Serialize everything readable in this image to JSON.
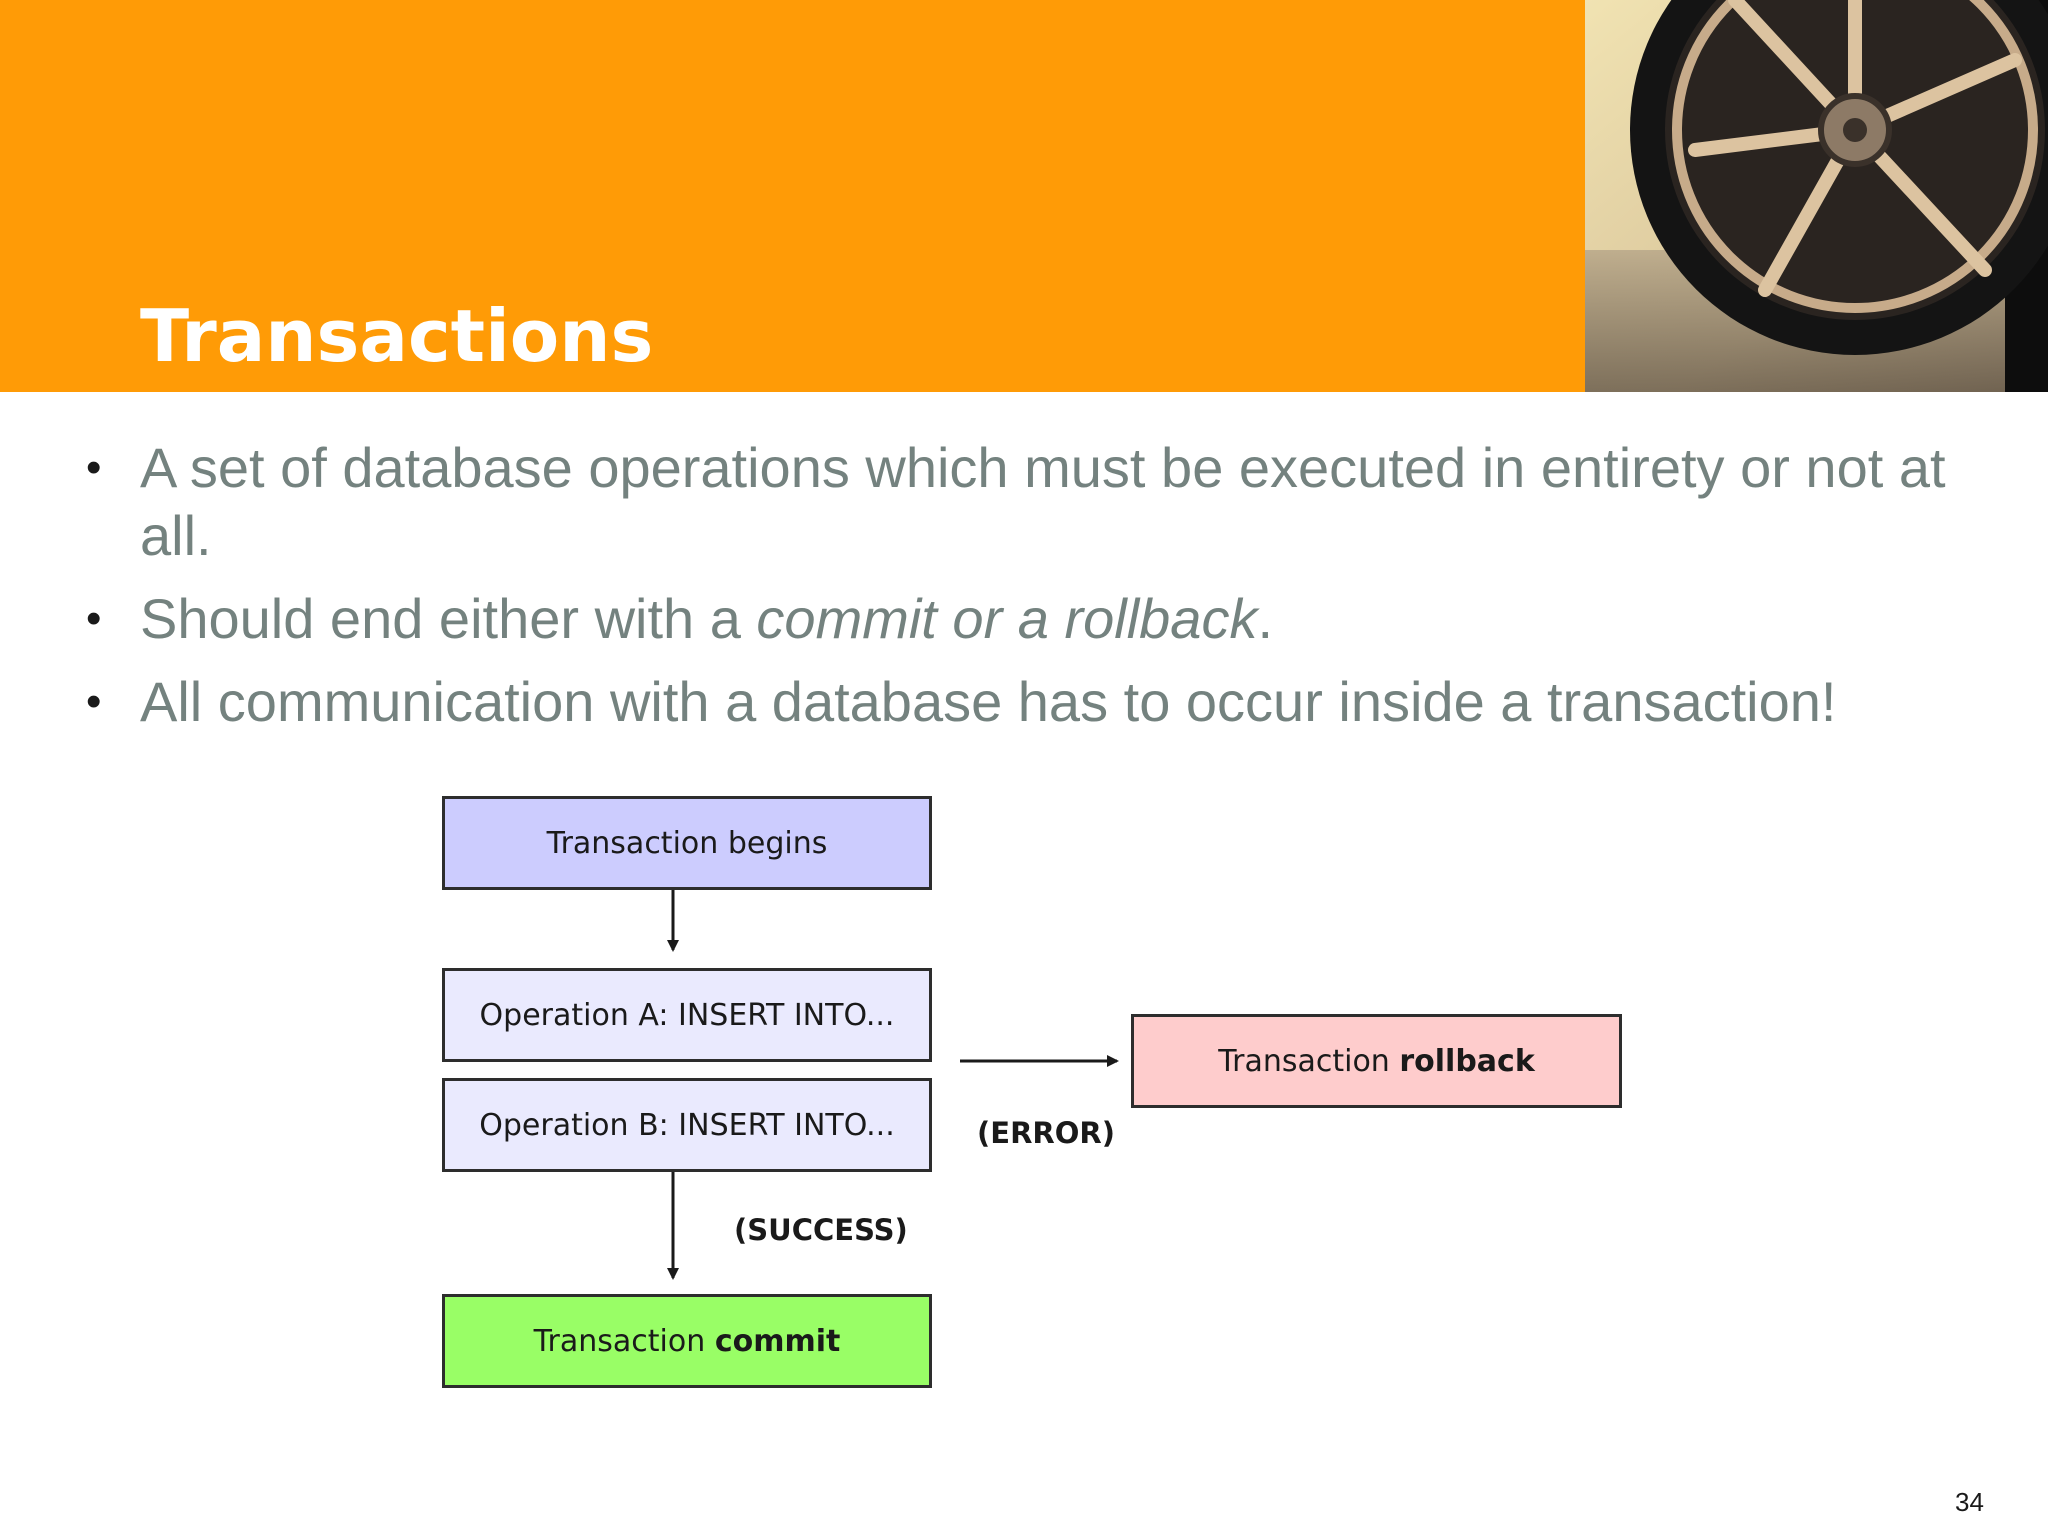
{
  "slide": {
    "title": "Transactions",
    "page_number": "34",
    "bullets": [
      {
        "text": "A set of database operations which must be executed in entirety or not at all."
      },
      {
        "text_before": "Should end either with a ",
        "text_emphasis": "commit or a rollback",
        "text_after": "."
      },
      {
        "text": "All communication with a database has to occur inside a transaction!"
      }
    ],
    "header_image": "car-wheel-photo"
  },
  "diagram": {
    "begin": "Transaction begins",
    "operation_a": "Operation A: INSERT INTO...",
    "operation_b": "Operation B: INSERT INTO...",
    "commit_prefix": "Transaction ",
    "commit_bold": "commit",
    "rollback_prefix": "Transaction ",
    "rollback_bold": "rollback",
    "error_label": "(ERROR)",
    "success_label": "(SUCCESS)",
    "colors": {
      "begin": "#ccccfe",
      "operations": "#eaeafe",
      "commit": "#99fe66",
      "rollback": "#fecccc"
    }
  },
  "colors": {
    "header_band": "#ff9b06",
    "body_text": "#74827f"
  }
}
